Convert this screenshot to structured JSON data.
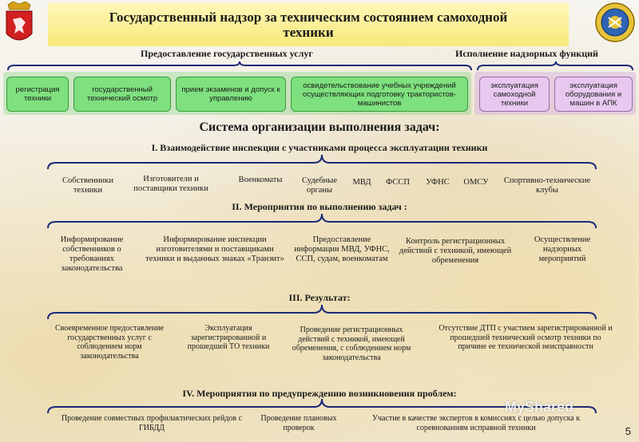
{
  "title": "Государственный надзор за техническим состоянием самоходной техники",
  "groups": {
    "services_label": "Предоставление государственных услуг",
    "supervision_label": "Исполнение надзорных функций"
  },
  "service_boxes": [
    "регистрация техники",
    "государственный технический осмотр",
    "прием экзаменов и допуск к управлению",
    "освидетельствование учебных учреждений осуществляющих подготовку трактористов-машинистов"
  ],
  "supervision_boxes": [
    "эксплуатация самоходной техники",
    "эксплуатация оборудования и машин в АПК"
  ],
  "system_heading": "Система организации выполнения задач:",
  "section1": {
    "heading": "I. Взаимодействие инспекции с участниками процесса эксплуатации техники",
    "items": [
      "Собственники техники",
      "Изготовители и поставщики техники",
      "Военкоматы",
      "Судебные органы",
      "МВД",
      "ФССП",
      "УФНС",
      "ОМСУ",
      "Спортивно-технические клубы"
    ]
  },
  "section2": {
    "heading": "II. Мероприятия по выполнению задач :",
    "items": [
      "Информирование собственников о требованиях законодательства",
      "Информирование инспекции изготовителями и поставщиками техники и выданных знаках «Транзит»",
      "Предоставление информации МВД, УФНС, ССП, судам, военкоматам",
      "Контроль регистрационных действий с техникой, имеющей обременения",
      "Осуществление надзорных мероприятий"
    ]
  },
  "section3": {
    "heading": "III. Результат:",
    "items": [
      "Своевременное предоставление государственных услуг с соблюдением норм законодательства",
      "Эксплуатация зарегистрированной и прошедшей ТО техники",
      "Проведение регистрационных действий с техникой, имеющей обременения, с соблюдением норм законодательства",
      "Отсутствие ДТП с участием зарегистрированной и прошедшей технический осмотр техники по причине ее технической неисправности"
    ]
  },
  "section4": {
    "heading": "IV. Мероприятия по предупреждению возникновения проблем:",
    "items": [
      "Проведение совместных профилактических рейдов с ГИБДД",
      "Проведение плановых проверок",
      "Участие в качестве экспертов в комиссиях с целью допуска к соревнованиям исправной техники"
    ]
  },
  "watermark": "MyShared",
  "page_number": "5"
}
